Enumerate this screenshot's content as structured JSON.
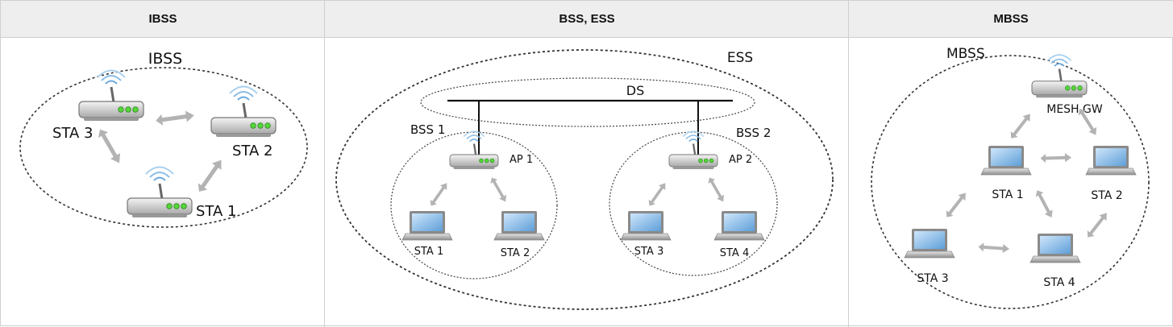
{
  "headers": {
    "col1": "IBSS",
    "col2": "BSS, ESS",
    "col3": "MBSS"
  },
  "ibss": {
    "title": "IBSS",
    "sta3": "STA 3",
    "sta2": "STA 2",
    "sta1": "STA 1"
  },
  "bss": {
    "ess": "ESS",
    "ds": "DS",
    "bss1": "BSS 1",
    "bss2": "BSS 2",
    "ap1": "AP 1",
    "ap2": "AP 2",
    "sta1": "STA 1",
    "sta2": "STA 2",
    "sta3": "STA 3",
    "sta4": "STA 4"
  },
  "mbss": {
    "title": "MBSS",
    "gw": "MESH GW",
    "sta1": "STA 1",
    "sta2": "STA 2",
    "sta3": "STA 3",
    "sta4": "STA 4"
  }
}
